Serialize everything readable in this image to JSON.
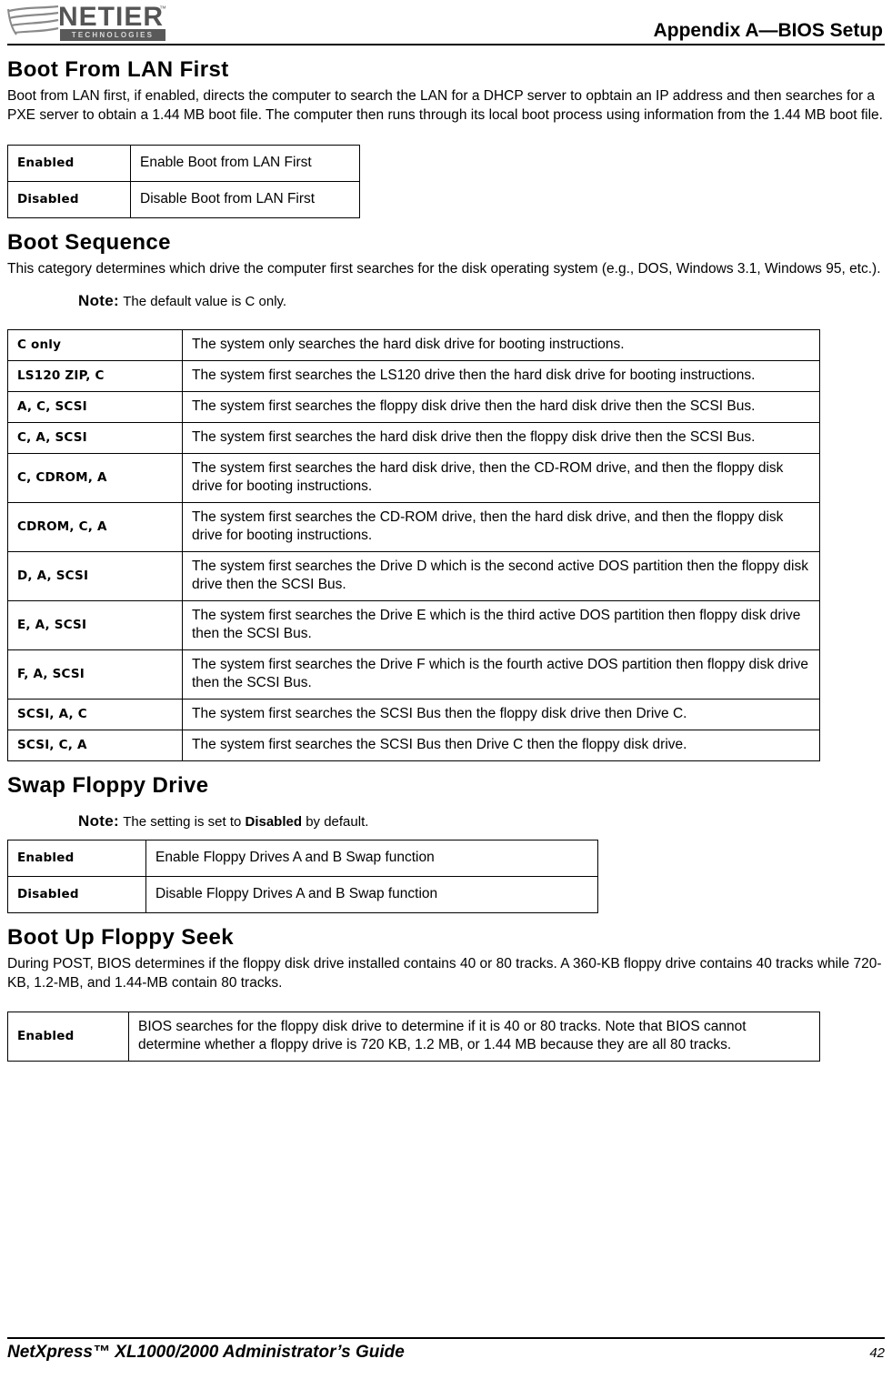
{
  "header": {
    "logo_name": "NETIER",
    "logo_trademark": "™",
    "logo_subtitle": "TECHNOLOGIES",
    "title": "Appendix A—BIOS Setup"
  },
  "sections": [
    {
      "heading": "Boot From LAN First",
      "paragraph": "Boot from LAN first, if enabled, directs the computer to search the LAN for a DHCP server to opbtain an IP address and then searches for a PXE server to obtain a 1.44 MB boot file.  The computer then runs through its local boot process using information from the 1.44 MB boot file."
    },
    {
      "heading": "Boot Sequence",
      "paragraph": "This category determines which drive the computer first searches for the disk operating system (e.g., DOS, Windows 3.1, Windows 95, etc.).",
      "note_label": "Note:",
      "note_text": "The default value is C only."
    },
    {
      "heading": "Swap Floppy Drive",
      "note_label": "Note:",
      "note_text_before": "The setting is set to ",
      "note_text_bold": "Disabled",
      "note_text_after": " by default."
    },
    {
      "heading": "Boot Up Floppy Seek",
      "paragraph": "During POST, BIOS determines if the floppy disk drive installed contains 40 or 80 tracks. A 360-KB floppy drive contains 40 tracks while 720-KB, 1.2-MB, and 1.44-MB contain 80 tracks."
    }
  ],
  "tables": {
    "lan_first": [
      {
        "key": "Enabled",
        "desc": "Enable Boot from LAN First"
      },
      {
        "key": "Disabled",
        "desc": "Disable Boot from LAN First"
      }
    ],
    "boot_sequence": [
      {
        "key": "C only",
        "desc": "The system only searches the hard disk drive for booting instructions."
      },
      {
        "key": "LS120 ZIP, C",
        "desc": "The system first searches the LS120 drive then the hard disk drive for booting instructions."
      },
      {
        "key": "A, C, SCSI",
        "desc": "The system first searches the floppy disk drive then the hard disk drive then the SCSI Bus."
      },
      {
        "key": "C, A, SCSI",
        "desc": "The system first searches the hard disk drive then the floppy disk drive then the SCSI Bus."
      },
      {
        "key": "C, CDROM, A",
        "desc": "The system first searches the hard disk drive, then the CD-ROM drive, and then the floppy disk drive for booting instructions."
      },
      {
        "key": "CDROM, C, A",
        "desc": "The system first searches the CD-ROM drive, then the hard disk drive, and then the floppy disk drive for booting instructions."
      },
      {
        "key": "D, A, SCSI",
        "desc": "The system first searches the Drive D which is the second active DOS partition then the floppy disk drive then the SCSI Bus."
      },
      {
        "key": "E, A, SCSI",
        "desc": "The system first searches the Drive E which is the third active DOS partition then floppy disk drive then the SCSI Bus."
      },
      {
        "key": "F, A, SCSI",
        "desc": "The system first searches the Drive F which is the fourth active DOS partition then floppy disk drive then the SCSI Bus."
      },
      {
        "key": "SCSI, A, C",
        "desc": "The system first searches the SCSI Bus then the floppy disk drive then Drive C."
      },
      {
        "key": "SCSI, C, A",
        "desc": "The system first searches the SCSI Bus then Drive C then the floppy disk drive."
      }
    ],
    "swap_floppy": [
      {
        "key": "Enabled",
        "desc": "Enable Floppy Drives A and B Swap function"
      },
      {
        "key": "Disabled",
        "desc": "Disable Floppy Drives A and B Swap function"
      }
    ],
    "floppy_seek": [
      {
        "key": "Enabled",
        "desc": "BIOS searches for the floppy disk drive to determine if it is 40 or 80 tracks. Note that BIOS cannot determine whether a floppy drive is 720 KB, 1.2 MB, or 1.44 MB because they are all 80 tracks."
      }
    ]
  },
  "footer": {
    "title": "NetXpress™ XL1000/2000 Administrator’s Guide",
    "page_number": "42"
  }
}
